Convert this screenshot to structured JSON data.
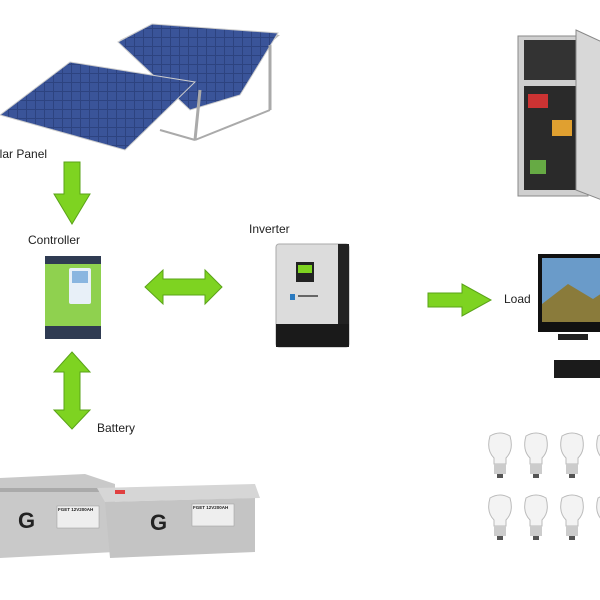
{
  "labels": {
    "solar_panel": "Solar Panel",
    "controller": "Controller",
    "inverter": "Inverter",
    "battery": "Battery",
    "load": "Load"
  },
  "battery_model": "FGET 12V200AH",
  "colors": {
    "arrow_green": "#7ed321",
    "arrow_dark": "#4a9a10",
    "panel_blue": "#2b3f7a",
    "controller_green": "#8fd14f"
  }
}
